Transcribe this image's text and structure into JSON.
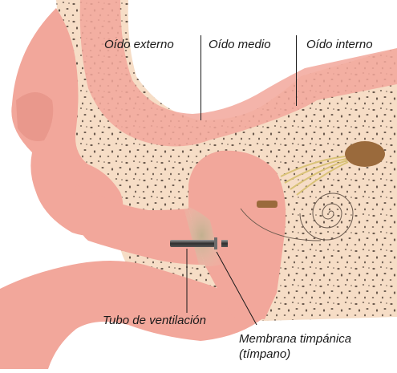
{
  "colors": {
    "skin": "#f2a79b",
    "skin_dark": "#e9988c",
    "bone": "#f6ddc6",
    "speckle": "#6b5a4e",
    "tube": "#4a4a4a",
    "tympanum": "#c8b89a",
    "nerve": "#d9c277",
    "ossicle": "#9a6a3c",
    "line": "#1a1a1a"
  },
  "labels": {
    "outer_ear": "Oído externo",
    "middle_ear": "Oído medio",
    "inner_ear": "Oído interno",
    "tube": "Tubo de ventilación",
    "membrane_line1": "Membrana timpánica",
    "membrane_line2": "(tímpano)"
  }
}
